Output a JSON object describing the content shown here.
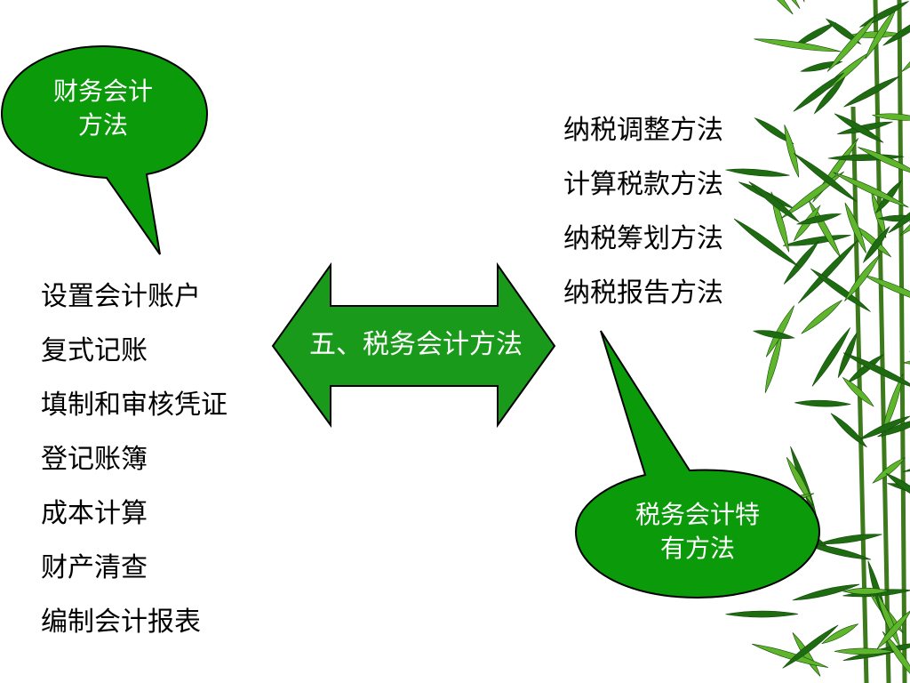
{
  "bubbles": {
    "financial": "财务会计\n方法",
    "tax": "税务会计特\n有方法"
  },
  "center_label": "五、税务会计方法",
  "financial_methods": [
    "设置会计账户",
    "复式记账",
    "填制和审核凭证",
    "登记账簿",
    "成本计算",
    "财产清查",
    "编制会计报表"
  ],
  "tax_methods": [
    "纳税调整方法",
    "计算税款方法",
    "纳税筹划方法",
    "纳税报告方法"
  ],
  "colors": {
    "bubble_fill": "#0a9a0a",
    "arrow_fill": "#1a9a1a",
    "outline": "#000000",
    "text_on_green": "#ffffff",
    "bamboo_dark": "#1f6b12",
    "bamboo_light": "#5fb62c"
  }
}
